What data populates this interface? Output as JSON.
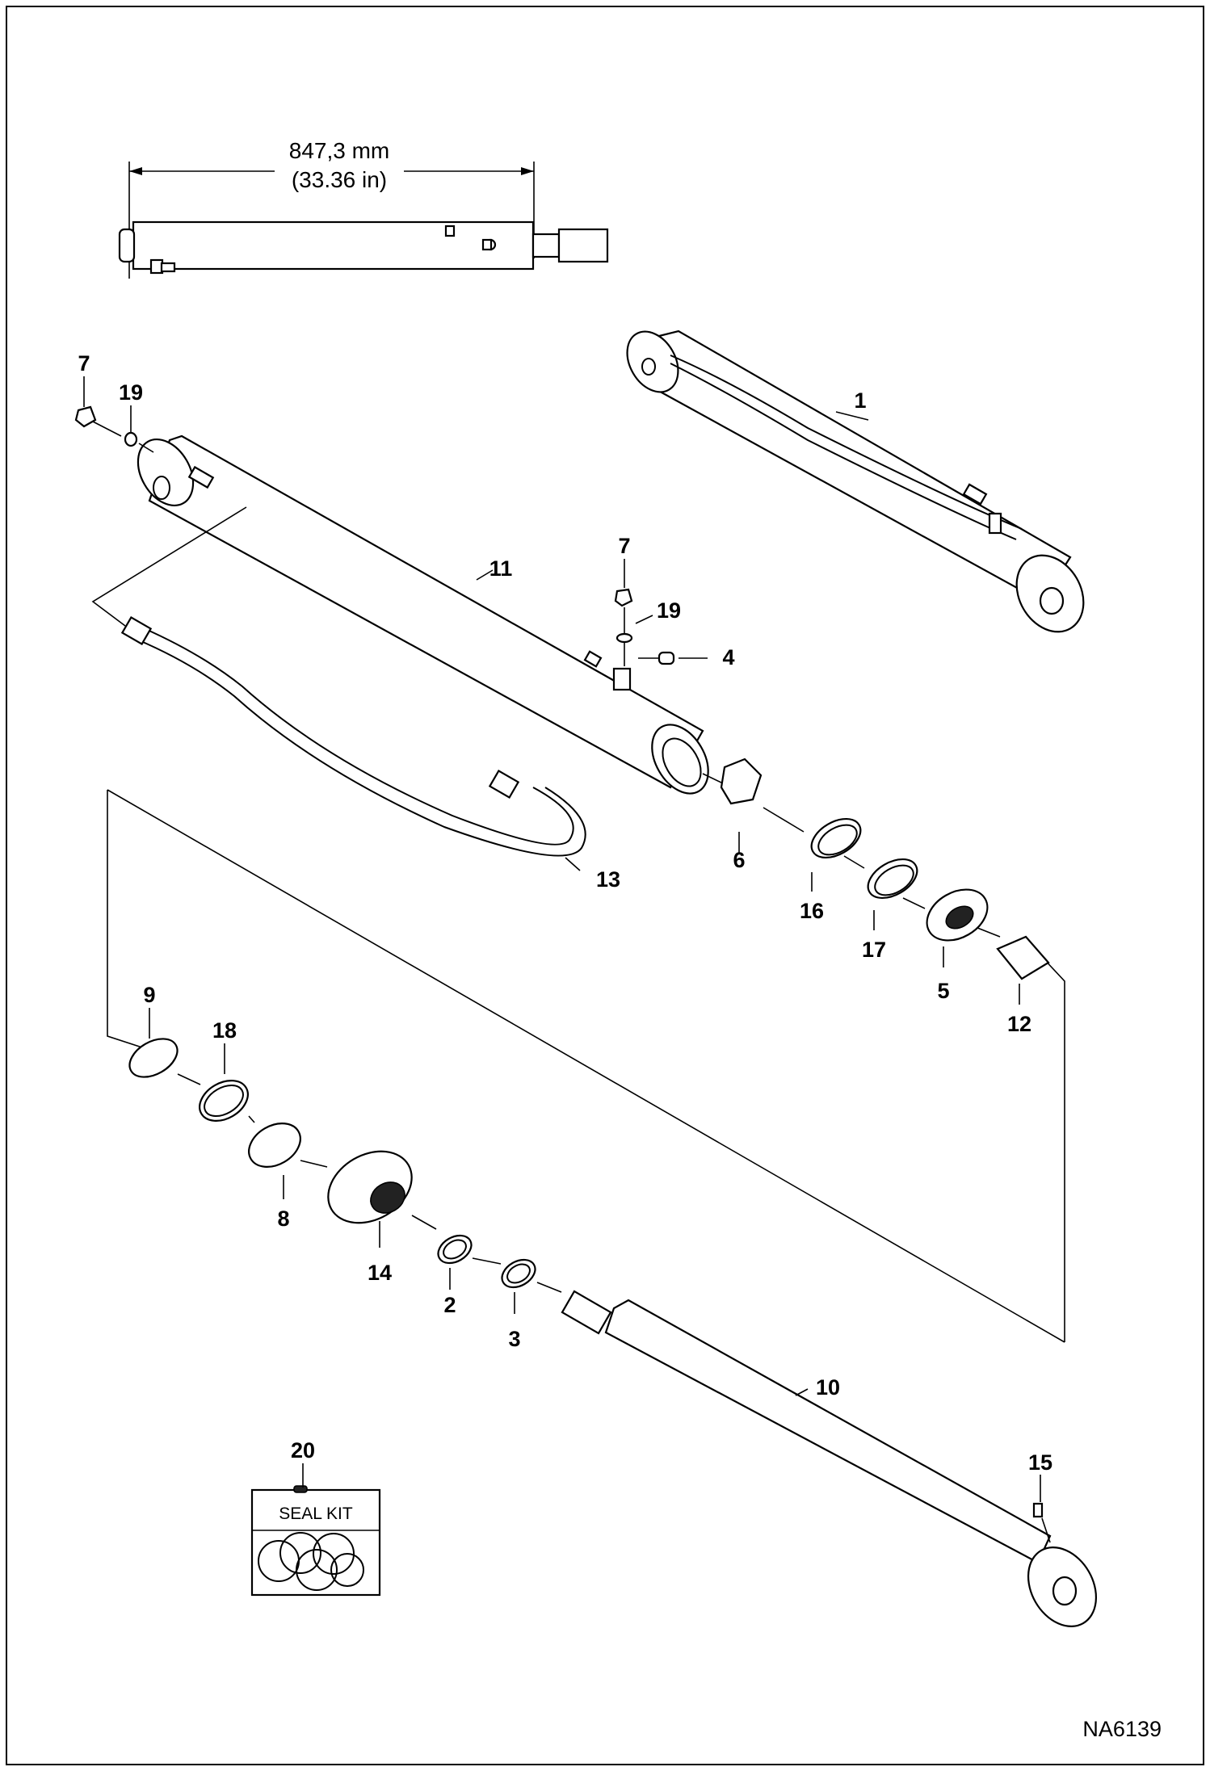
{
  "dimension": {
    "metric": "847,3 mm",
    "imperial": "(33.36 in)"
  },
  "callouts": {
    "c1": "1",
    "c2": "2",
    "c3": "3",
    "c4": "4",
    "c5": "5",
    "c6": "6",
    "c7a": "7",
    "c7b": "7",
    "c8": "8",
    "c9": "9",
    "c10": "10",
    "c11": "11",
    "c12": "12",
    "c13": "13",
    "c14": "14",
    "c15": "15",
    "c16": "16",
    "c17": "17",
    "c18": "18",
    "c19a": "19",
    "c19b": "19",
    "c20": "20"
  },
  "seal_kit_label": "SEAL KIT",
  "drawing_code": "NA6139"
}
